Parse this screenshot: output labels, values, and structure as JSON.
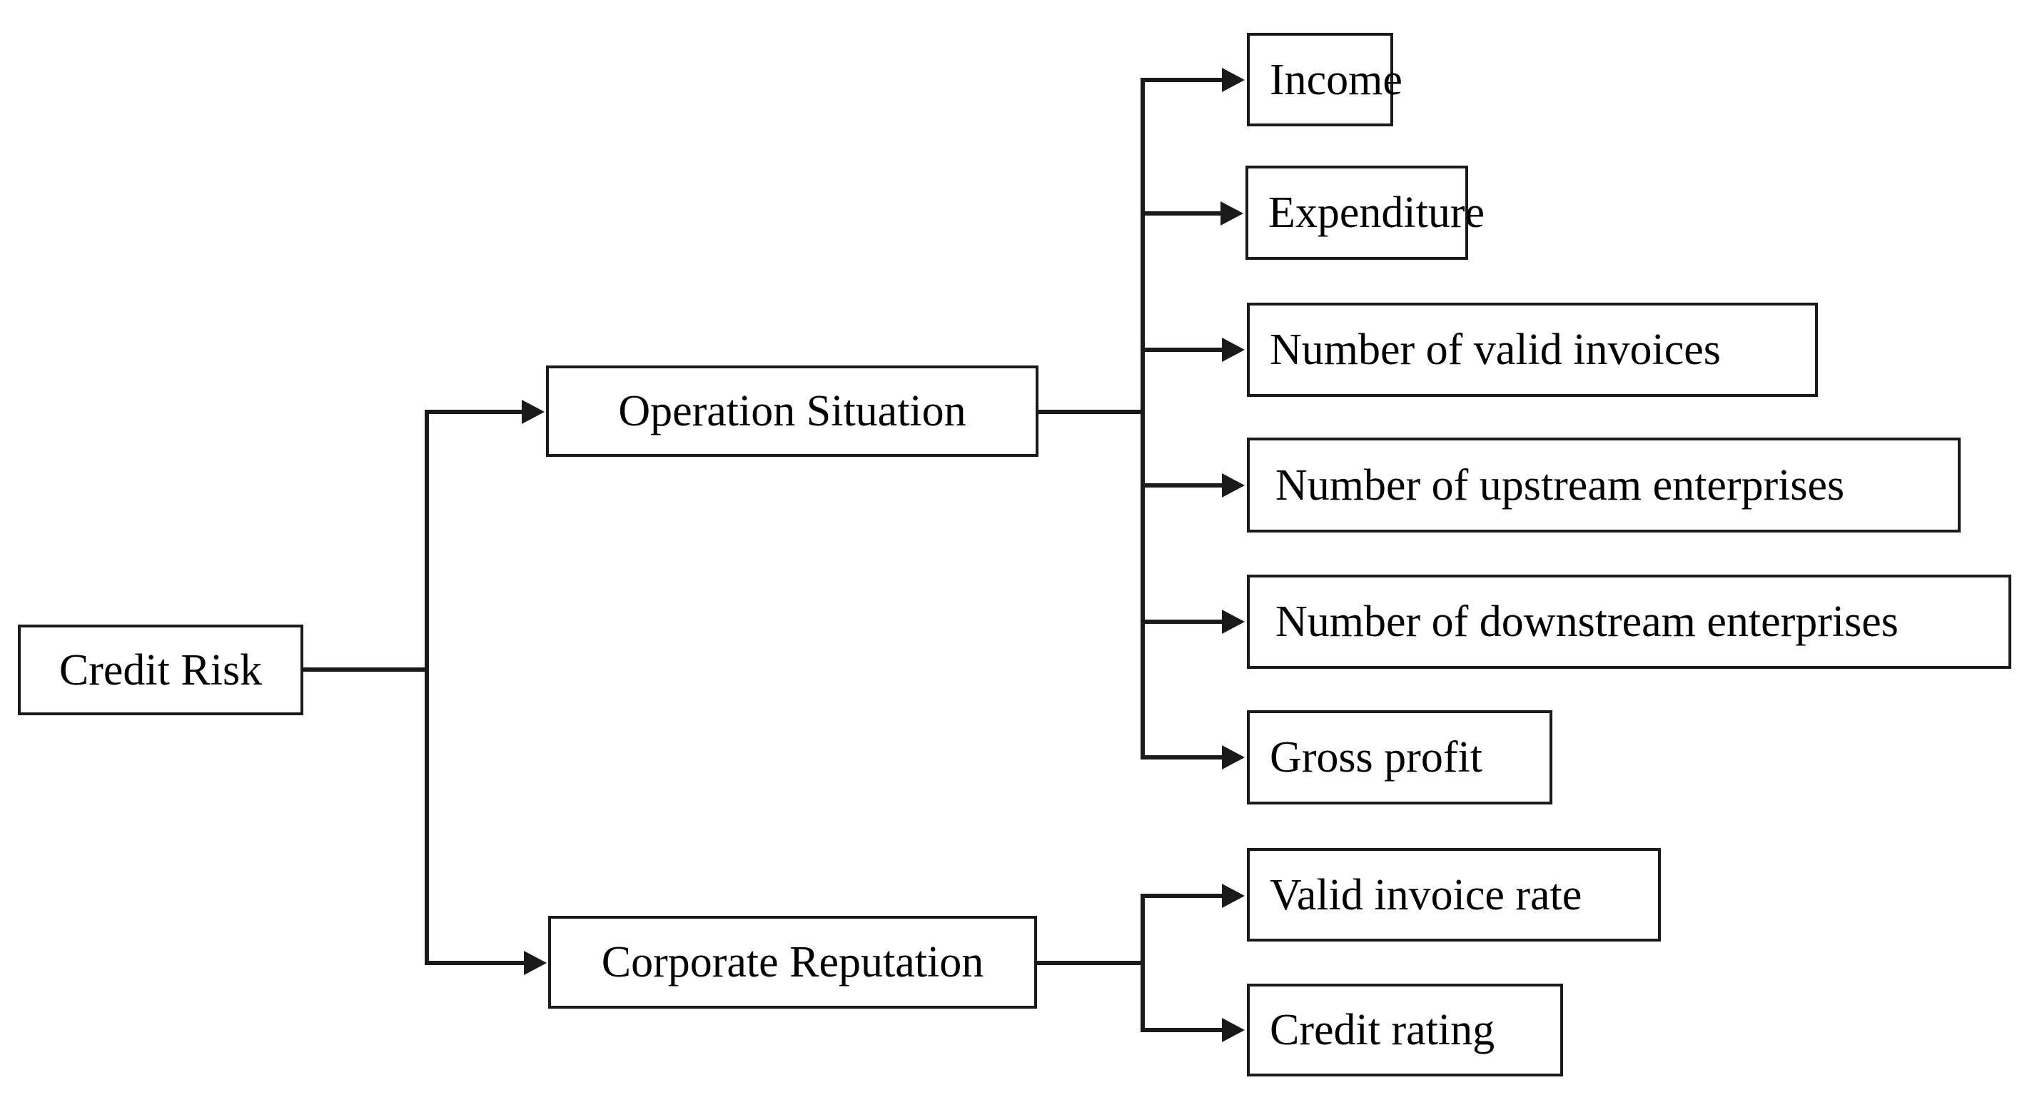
{
  "diagram": {
    "title": "Credit Risk indicator hierarchy",
    "orientation": "left-to-right tree",
    "line_color": "#1a1a1a",
    "box_fill": "#ffffff",
    "background": "#ffffff"
  },
  "root": {
    "label": "Credit Risk"
  },
  "branches": [
    {
      "id": "operation-situation",
      "label": "Operation Situation",
      "leaves": [
        {
          "id": "income",
          "label": "Income"
        },
        {
          "id": "expenditure",
          "label": "Expenditure"
        },
        {
          "id": "valid-invoices",
          "label": "Number of valid invoices"
        },
        {
          "id": "upstream-enterprises",
          "label": "Number of upstream enterprises"
        },
        {
          "id": "downstream-enterprises",
          "label": "Number of downstream enterprises"
        },
        {
          "id": "gross-profit",
          "label": "Gross profit"
        }
      ]
    },
    {
      "id": "corporate-reputation",
      "label": "Corporate Reputation",
      "leaves": [
        {
          "id": "valid-invoice-rate",
          "label": "Valid invoice rate"
        },
        {
          "id": "credit-rating",
          "label": "Credit rating"
        }
      ]
    }
  ]
}
